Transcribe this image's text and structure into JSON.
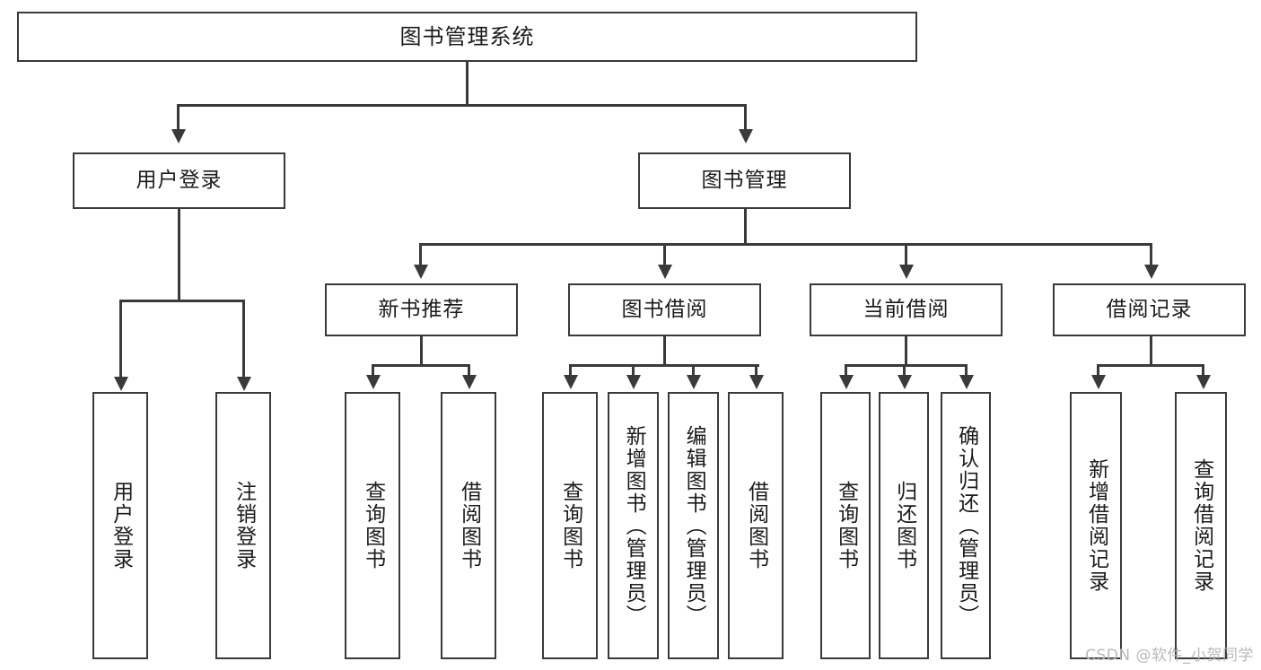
{
  "diagram": {
    "title": "图书管理系统",
    "type": "tree",
    "root": {
      "label": "图书管理系统"
    },
    "level2": [
      {
        "label": "用户登录"
      },
      {
        "label": "图书管理"
      }
    ],
    "level3": [
      {
        "label": "新书推荐"
      },
      {
        "label": "图书借阅"
      },
      {
        "label": "当前借阅"
      },
      {
        "label": "借阅记录"
      }
    ],
    "leaves": {
      "user_login": [
        {
          "label": "用户登录"
        },
        {
          "label": "注销登录"
        }
      ],
      "new_book_recommend": [
        {
          "label": "查询图书"
        },
        {
          "label": "借阅图书"
        }
      ],
      "book_borrow": [
        {
          "label": "查询图书"
        },
        {
          "label": "新增图书（管理员）"
        },
        {
          "label": "编辑图书（管理员）"
        },
        {
          "label": "借阅图书"
        }
      ],
      "current_borrow": [
        {
          "label": "查询图书"
        },
        {
          "label": "归还图书"
        },
        {
          "label": "确认归还（管理员）"
        }
      ],
      "borrow_record": [
        {
          "label": "新增借阅记录"
        },
        {
          "label": "查询借阅记录"
        }
      ]
    }
  },
  "watermark": {
    "text": "CSDN @软件_小贺同学"
  },
  "colors": {
    "stroke": "#3a3a3a",
    "text": "#1b1b1b",
    "background": "#ffffff",
    "watermark": "#b9b9b9"
  }
}
